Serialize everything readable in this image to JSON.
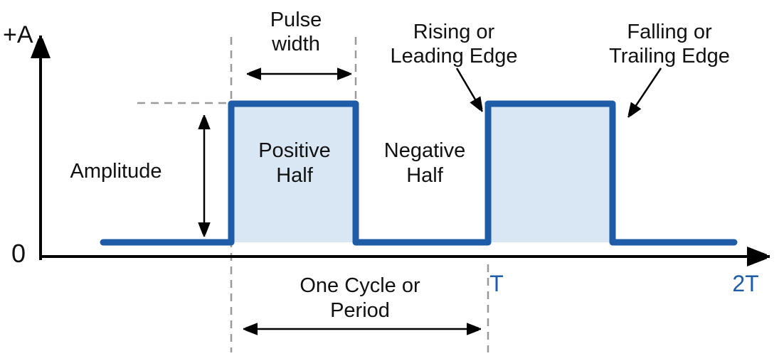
{
  "labels": {
    "plus_a": "+A",
    "zero": "0",
    "pulse_width": [
      "Pulse",
      "width"
    ],
    "rising_edge": [
      "Rising or",
      "Leading Edge"
    ],
    "falling_edge": [
      "Falling or",
      "Trailing Edge"
    ],
    "amplitude": "Amplitude",
    "positive_half": [
      "Positive",
      "Half"
    ],
    "negative_half": [
      "Negative",
      "Half"
    ],
    "one_cycle": [
      "One Cycle or",
      "Period"
    ],
    "t": "T",
    "two_t": "2T"
  },
  "colors": {
    "waveform_stroke": "#1e5ca8",
    "pulse_fill": "#d9e6f4",
    "axis": "#000000",
    "dashed_guide": "#9a9a9a",
    "time_labels": "#1e5ca8",
    "text": "#111111",
    "background": "#ffffff"
  },
  "waveform": {
    "type": "square_pulse_train",
    "high_level": "+A",
    "low_level": "0",
    "cycles_shown": 2,
    "x_ticks": [
      "T",
      "2T"
    ],
    "annotations": [
      "Pulse width",
      "Amplitude",
      "Positive Half",
      "Negative Half",
      "Rising or Leading Edge",
      "Falling or Trailing Edge",
      "One Cycle or Period"
    ]
  }
}
